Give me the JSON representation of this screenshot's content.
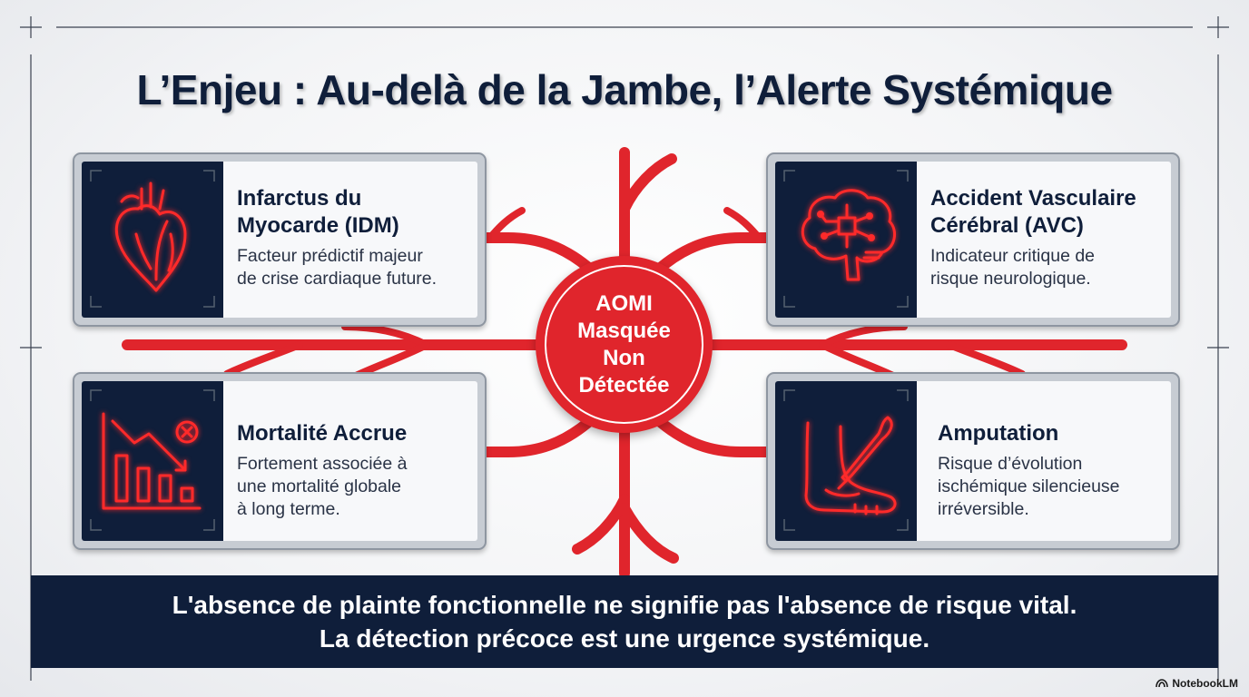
{
  "title": "L’Enjeu : Au-delà de la Jambe, l’Alerte Systémique",
  "hub": {
    "lines": [
      "AOMI",
      "Masquée",
      "Non",
      "Détectée"
    ]
  },
  "cards": [
    {
      "id": "idm",
      "icon": "heart-icon",
      "title_lines": [
        "Infarctus du",
        "Myocarde (IDM)"
      ],
      "desc_lines": [
        "Facteur prédictif majeur",
        "de crise cardiaque future."
      ]
    },
    {
      "id": "avc",
      "icon": "brain-icon",
      "title_lines": [
        "Accident Vasculaire",
        "Cérébral (AVC)"
      ],
      "desc_lines": [
        "Indicateur critique de",
        "risque neurologique."
      ]
    },
    {
      "id": "mortalite",
      "icon": "declining-chart-icon",
      "title_lines": [
        "Mortalité Accrue"
      ],
      "desc_lines": [
        "Fortement associée à",
        "une mortalité globale",
        "à long terme."
      ]
    },
    {
      "id": "amputation",
      "icon": "foot-scalpel-icon",
      "title_lines": [
        "Amputation"
      ],
      "desc_lines": [
        "Risque d’évolution",
        "ischémique silencieuse",
        "irréversible."
      ]
    }
  ],
  "banner": {
    "lines": [
      "L'absence de plainte fonctionnelle ne signifie pas l'absence de risque vital.",
      "La détection précoce est une urgence systémique."
    ]
  },
  "watermark": "NotebookLM",
  "colors": {
    "navy": "#0f1e3a",
    "red": "#e0252c",
    "neon_red": "#ff2a2a",
    "card_frame": "#c7ccd3"
  }
}
